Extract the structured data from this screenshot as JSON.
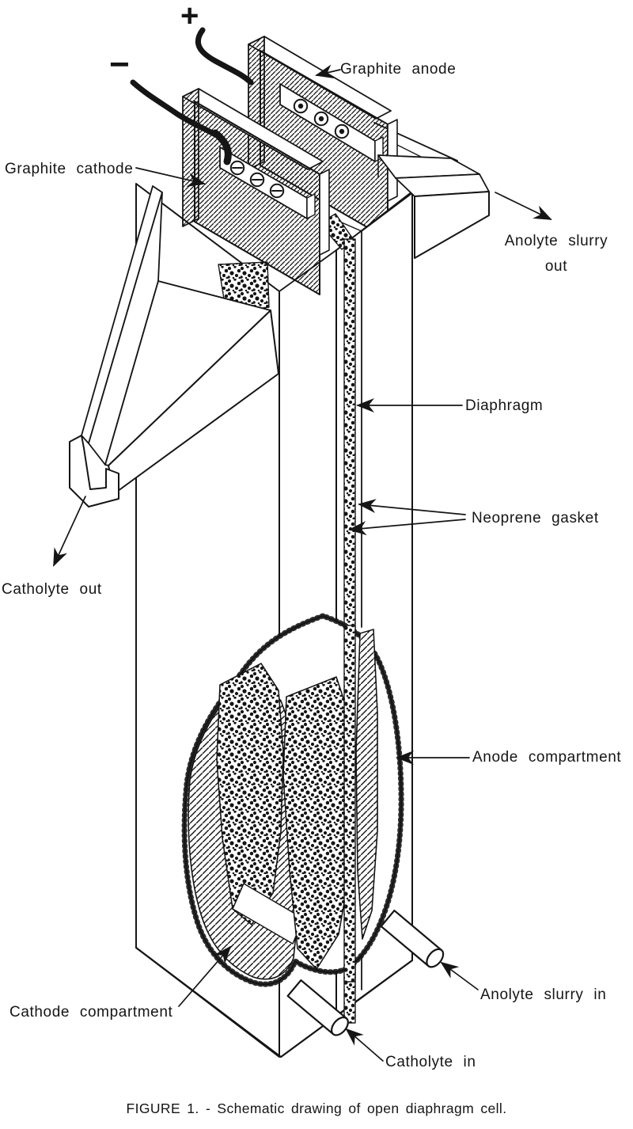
{
  "figure": {
    "caption": "FIGURE 1. - Schematic drawing of open diaphragm cell."
  },
  "labels": {
    "positive_terminal": "+",
    "negative_terminal": "−",
    "graphite_anode": "Graphite anode",
    "graphite_cathode": "Graphite cathode",
    "anolyte_slurry_out_line1": "Anolyte slurry",
    "anolyte_slurry_out_line2": "out",
    "diaphragm": "Diaphragm",
    "neoprene_gasket": "Neoprene gasket",
    "catholyte_out": "Catholyte out",
    "anode_compartment": "Anode compartment",
    "cathode_compartment": "Cathode compartment",
    "anolyte_slurry_in": "Anolyte slurry in",
    "catholyte_in": "Catholyte in"
  },
  "colors": {
    "ink": "#151515",
    "paper": "#ffffff"
  }
}
